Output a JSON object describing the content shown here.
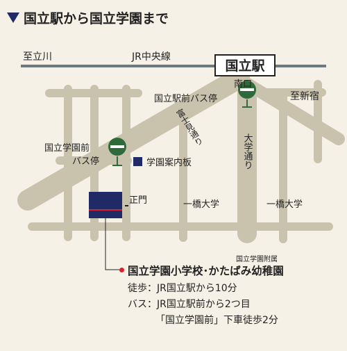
{
  "title": "国立駅から国立学園まで",
  "map": {
    "labels": {
      "to_tachikawa": "至立川",
      "jr_chuo_line": "JR中央線",
      "kunitachi_station": "国立駅",
      "minamiguchi": "南口",
      "station_bus_stop": "国立駅前バス停",
      "to_shinjuku": "至新宿",
      "fujimi_dori": "富士見通り",
      "daigaku_dori": "大学通り",
      "gakuen_bus_stop_line1": "国立学園前",
      "gakuen_bus_stop_line2": "バス停",
      "info_board": "学園案内板",
      "main_gate": "正門",
      "hitotsubashi_1": "一橋大学",
      "hitotsubashi_2": "一橋大学"
    },
    "colors": {
      "road": "#c9c2ad",
      "rail": "#6f7a80",
      "bus_stop": "#2f6b3a",
      "school": "#1f2a66",
      "accent_red": "#d9232a"
    }
  },
  "school": {
    "affiliation": "国立学園附属",
    "name": "国立学園小学校･かたばみ幼稚園",
    "walk": "徒歩：JR国立駅から10分",
    "bus": "バス：JR国立駅前から2つ目",
    "bus_detail": "「国立学園前」下車徒歩2分"
  }
}
